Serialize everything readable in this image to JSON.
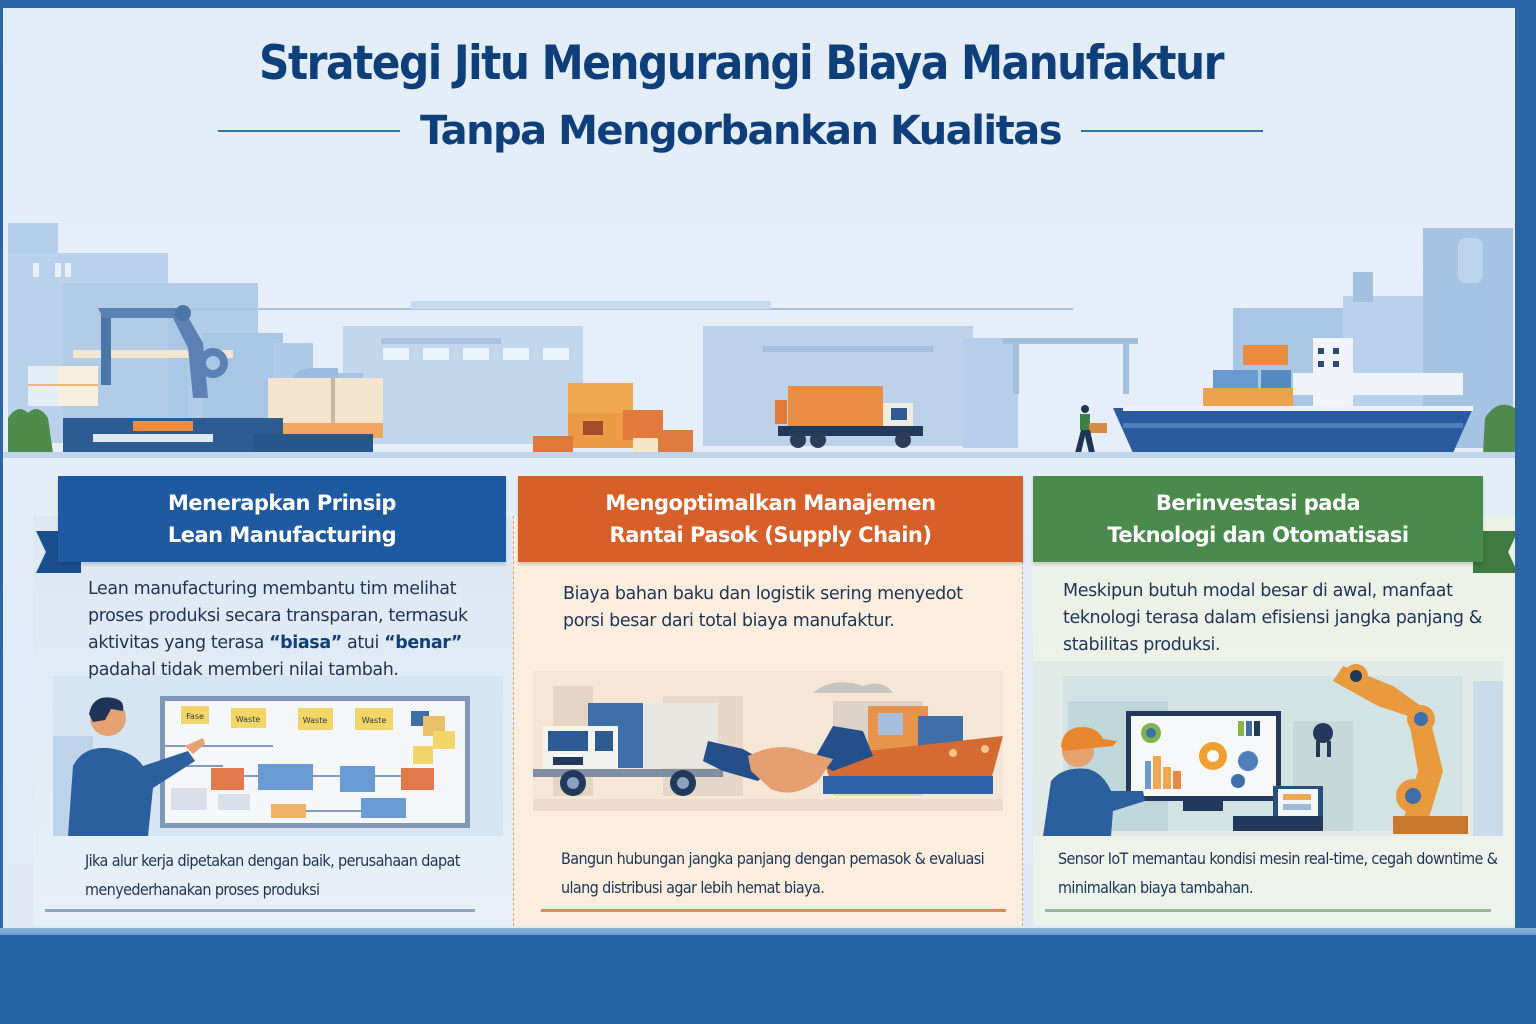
{
  "header": {
    "title": "Strategi Jitu Mengurangi Biaya Manufaktur",
    "subtitle": "Tanpa Mengorbankan Kualitas"
  },
  "colors": {
    "title": "#0f3f7a",
    "frame_blue": "#2563a6",
    "lean_blue": "#1f5aa0",
    "supply_orange": "#d7602a",
    "tech_green": "#4a8a4c",
    "body_text": "#1e3555"
  },
  "scenery": {
    "description": "factory-port-panorama",
    "elements": [
      "factory-buildings",
      "robot-arm",
      "cargo-boxes",
      "delivery-truck",
      "worker-carrying-box",
      "cargo-ship",
      "shrubs"
    ]
  },
  "columns": [
    {
      "id": "lean",
      "title_line1": "Menerapkan Prinsip",
      "title_line2": "Lean Manufacturing",
      "desc_part1": "Lean manufacturing membantu tim melihat proses produksi secara transparan, termasuk aktivitas yang terasa ",
      "desc_bold1": "“biasa”",
      "desc_part2": " atui ",
      "desc_bold2": "“benar”",
      "desc_part3": " padahal tidak memberi nilai tambah.",
      "illustration": {
        "type": "man-pointing-at-value-stream-whiteboard",
        "sticky_notes": [
          "Fase",
          "Waste",
          "Waste",
          "Waste"
        ]
      },
      "footer": "Jika alur kerja dipetakan dengan baik, perusahaan dapat menyederhanakan proses produksi"
    },
    {
      "id": "supply-chain",
      "title_line1": "Mengoptimalkan Manajemen",
      "title_line2": "Rantai Pasok (Supply Chain)",
      "desc": "Biaya bahan baku dan logistik sering menyedot porsi besar dari total biaya manufaktur.",
      "illustration": {
        "type": "truck-handshake-cargo-ship"
      },
      "footer": "Bangun hubungan jangka panjang dengan pemasok & evaluasi ulang distribusi agar lebih hemat biaya."
    },
    {
      "id": "technology",
      "title_line1": "Berinvestasi pada",
      "title_line2": "Teknologi dan Otomatisasi",
      "desc": "Meskipun butuh modal besar di awal, manfaat teknologi terasa dalam efisiensi jangka panjang & stabilitas produksi.",
      "illustration": {
        "type": "engineer-monitor-dashboard-robot-arm"
      },
      "footer": "Sensor IoT memantau kondisi mesin real-time, cegah downtime & minimalkan biaya tambahan."
    }
  ]
}
